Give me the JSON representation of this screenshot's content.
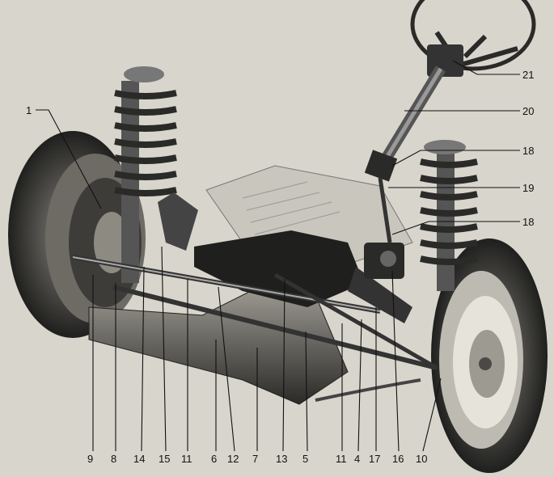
{
  "colors": {
    "paper": "#d8d5cc",
    "ink": "#111111",
    "metal_dark": "#2a2a2a",
    "metal_mid": "#6a6a66",
    "metal_light": "#b9b6ae",
    "tire": "#3a3a38"
  },
  "labels": {
    "l1": "1",
    "l4": "4",
    "l5": "5",
    "l6": "6",
    "l7": "7",
    "l8": "8",
    "l9": "9",
    "l10": "10",
    "l11a": "11",
    "l11b": "11",
    "l12": "12",
    "l13": "13",
    "l14": "14",
    "l15": "15",
    "l16": "16",
    "l17": "17",
    "l18a": "18",
    "l18b": "18",
    "l19": "19",
    "l20": "20",
    "l21": "21"
  }
}
